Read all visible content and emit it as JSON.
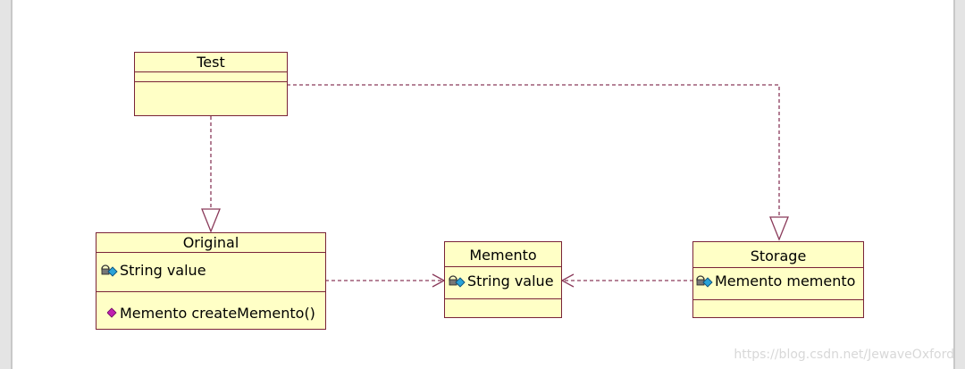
{
  "classes": {
    "test": {
      "name": "Test",
      "attributes": [],
      "operations": []
    },
    "original": {
      "name": "Original",
      "attributes": [
        {
          "icon": "private-field-icon",
          "text": "String value"
        }
      ],
      "operations": [
        {
          "icon": "public-method-icon",
          "text": "Memento createMemento()"
        }
      ]
    },
    "memento": {
      "name": "Memento",
      "attributes": [
        {
          "icon": "private-field-icon",
          "text": "String value"
        }
      ],
      "operations": []
    },
    "storage": {
      "name": "Storage",
      "attributes": [
        {
          "icon": "private-field-icon",
          "text": "Memento memento"
        }
      ],
      "operations": []
    }
  },
  "relations": [
    {
      "from": "Test",
      "to": "Original",
      "type": "realization-dashed"
    },
    {
      "from": "Test",
      "to": "Storage",
      "type": "realization-dashed"
    },
    {
      "from": "Original",
      "to": "Memento",
      "type": "dependency-dashed"
    },
    {
      "from": "Storage",
      "to": "Memento",
      "type": "dependency-dashed"
    }
  ],
  "colors": {
    "class_fill": "#ffffc6",
    "class_border": "#7a2438",
    "connector": "#8a3a5a",
    "frame": "#e4e4e4"
  },
  "watermark": "https://blog.csdn.net/JewaveOxford"
}
